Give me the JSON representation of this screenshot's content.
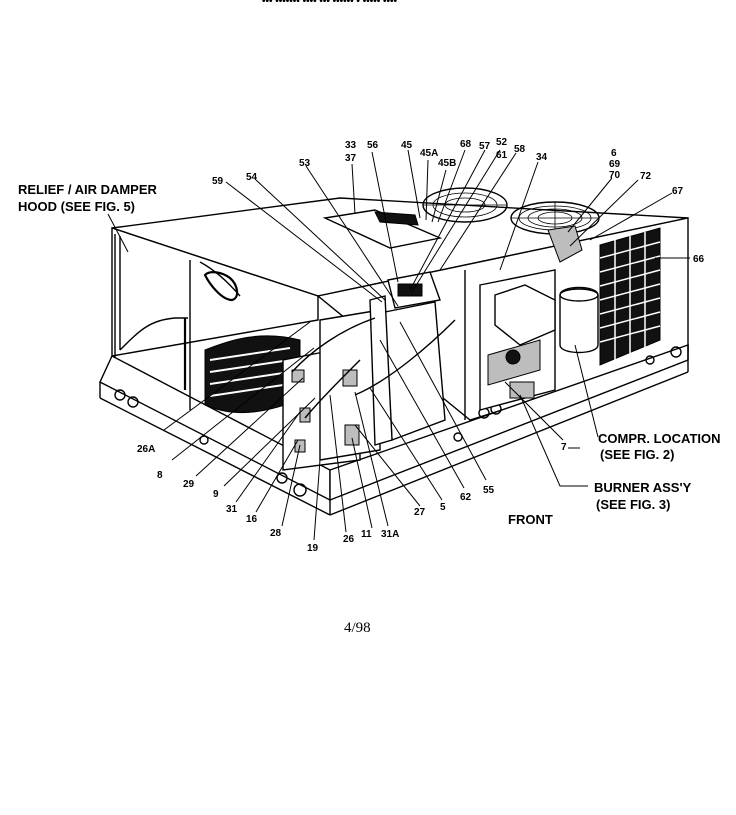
{
  "header_fragment": "•••          •••••••  ••••  •••  ••••••          •          •••••        ••••",
  "labels": {
    "relief_hood_line1": "RELIEF / AIR DAMPER",
    "relief_hood_line2": "HOOD (SEE FIG. 5)",
    "compr_line1": "COMPR. LOCATION",
    "compr_line2": "(SEE FIG. 2)",
    "burner_line1": "BURNER ASS'Y",
    "burner_line2": "(SEE FIG. 3)",
    "front": "FRONT",
    "date_code": "4/98"
  },
  "callouts": {
    "c33": "33",
    "c37": "37",
    "c56": "56",
    "c45": "45",
    "c45a": "45A",
    "c45b": "45B",
    "c68": "68",
    "c57": "57",
    "c52": "52",
    "c61": "61",
    "c58": "58",
    "c34": "34",
    "c6": "6",
    "c69": "69",
    "c70": "70",
    "c72": "72",
    "c67": "67",
    "c66": "66",
    "c53": "53",
    "c59": "59",
    "c54": "54",
    "c26a": "26A",
    "c8": "8",
    "c29": "29",
    "c9": "9",
    "c31": "31",
    "c16": "16",
    "c28": "28",
    "c19": "19",
    "c26": "26",
    "c11": "11",
    "c31a": "31A",
    "c27": "27",
    "c5": "5",
    "c62": "62",
    "c55": "55",
    "c7": "7"
  }
}
